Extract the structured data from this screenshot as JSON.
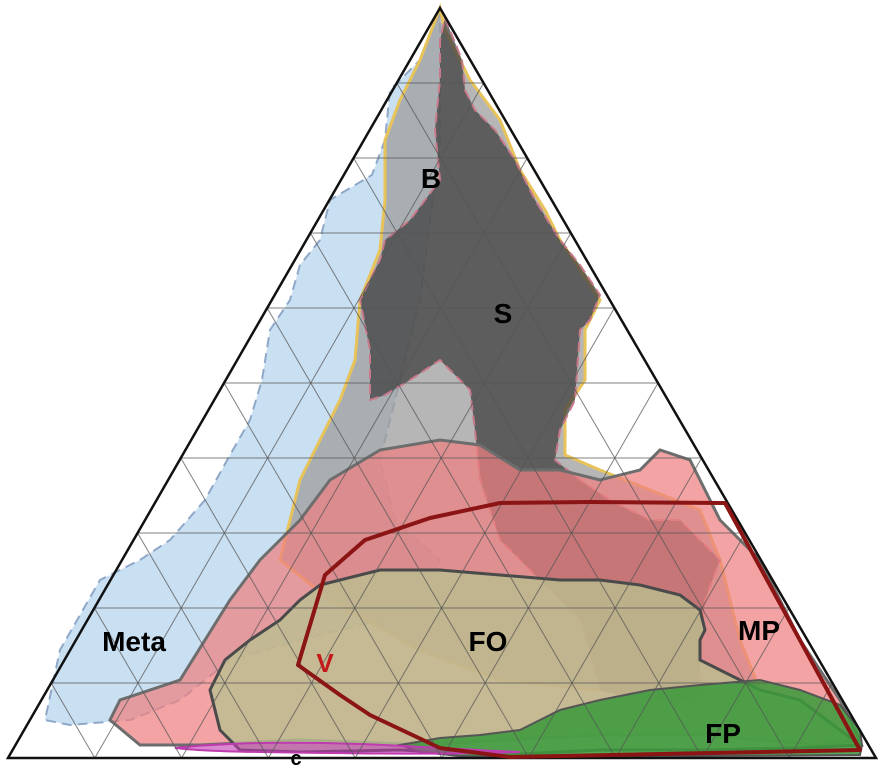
{
  "diagram": {
    "grid_divisions": 10,
    "labels": {
      "B": "B",
      "S": "S",
      "meta": "Meta",
      "fo": "FO",
      "mp": "MP",
      "v": "V",
      "fp": "FP",
      "c": "c"
    },
    "colors": {
      "meta": "#b7d6ef",
      "b": "#9e9e9e",
      "s": "#3f3f3f",
      "mp": "#ee7f7f",
      "fo": "#b9c090",
      "fp": "#3e9a3e",
      "v_outline": "#8b1414",
      "v_label": "#c21a1a",
      "c_outline": "#c03ab0",
      "b_outline": "#e8c35a",
      "s_outline": "#c97a8a",
      "grid": "#555555"
    }
  }
}
